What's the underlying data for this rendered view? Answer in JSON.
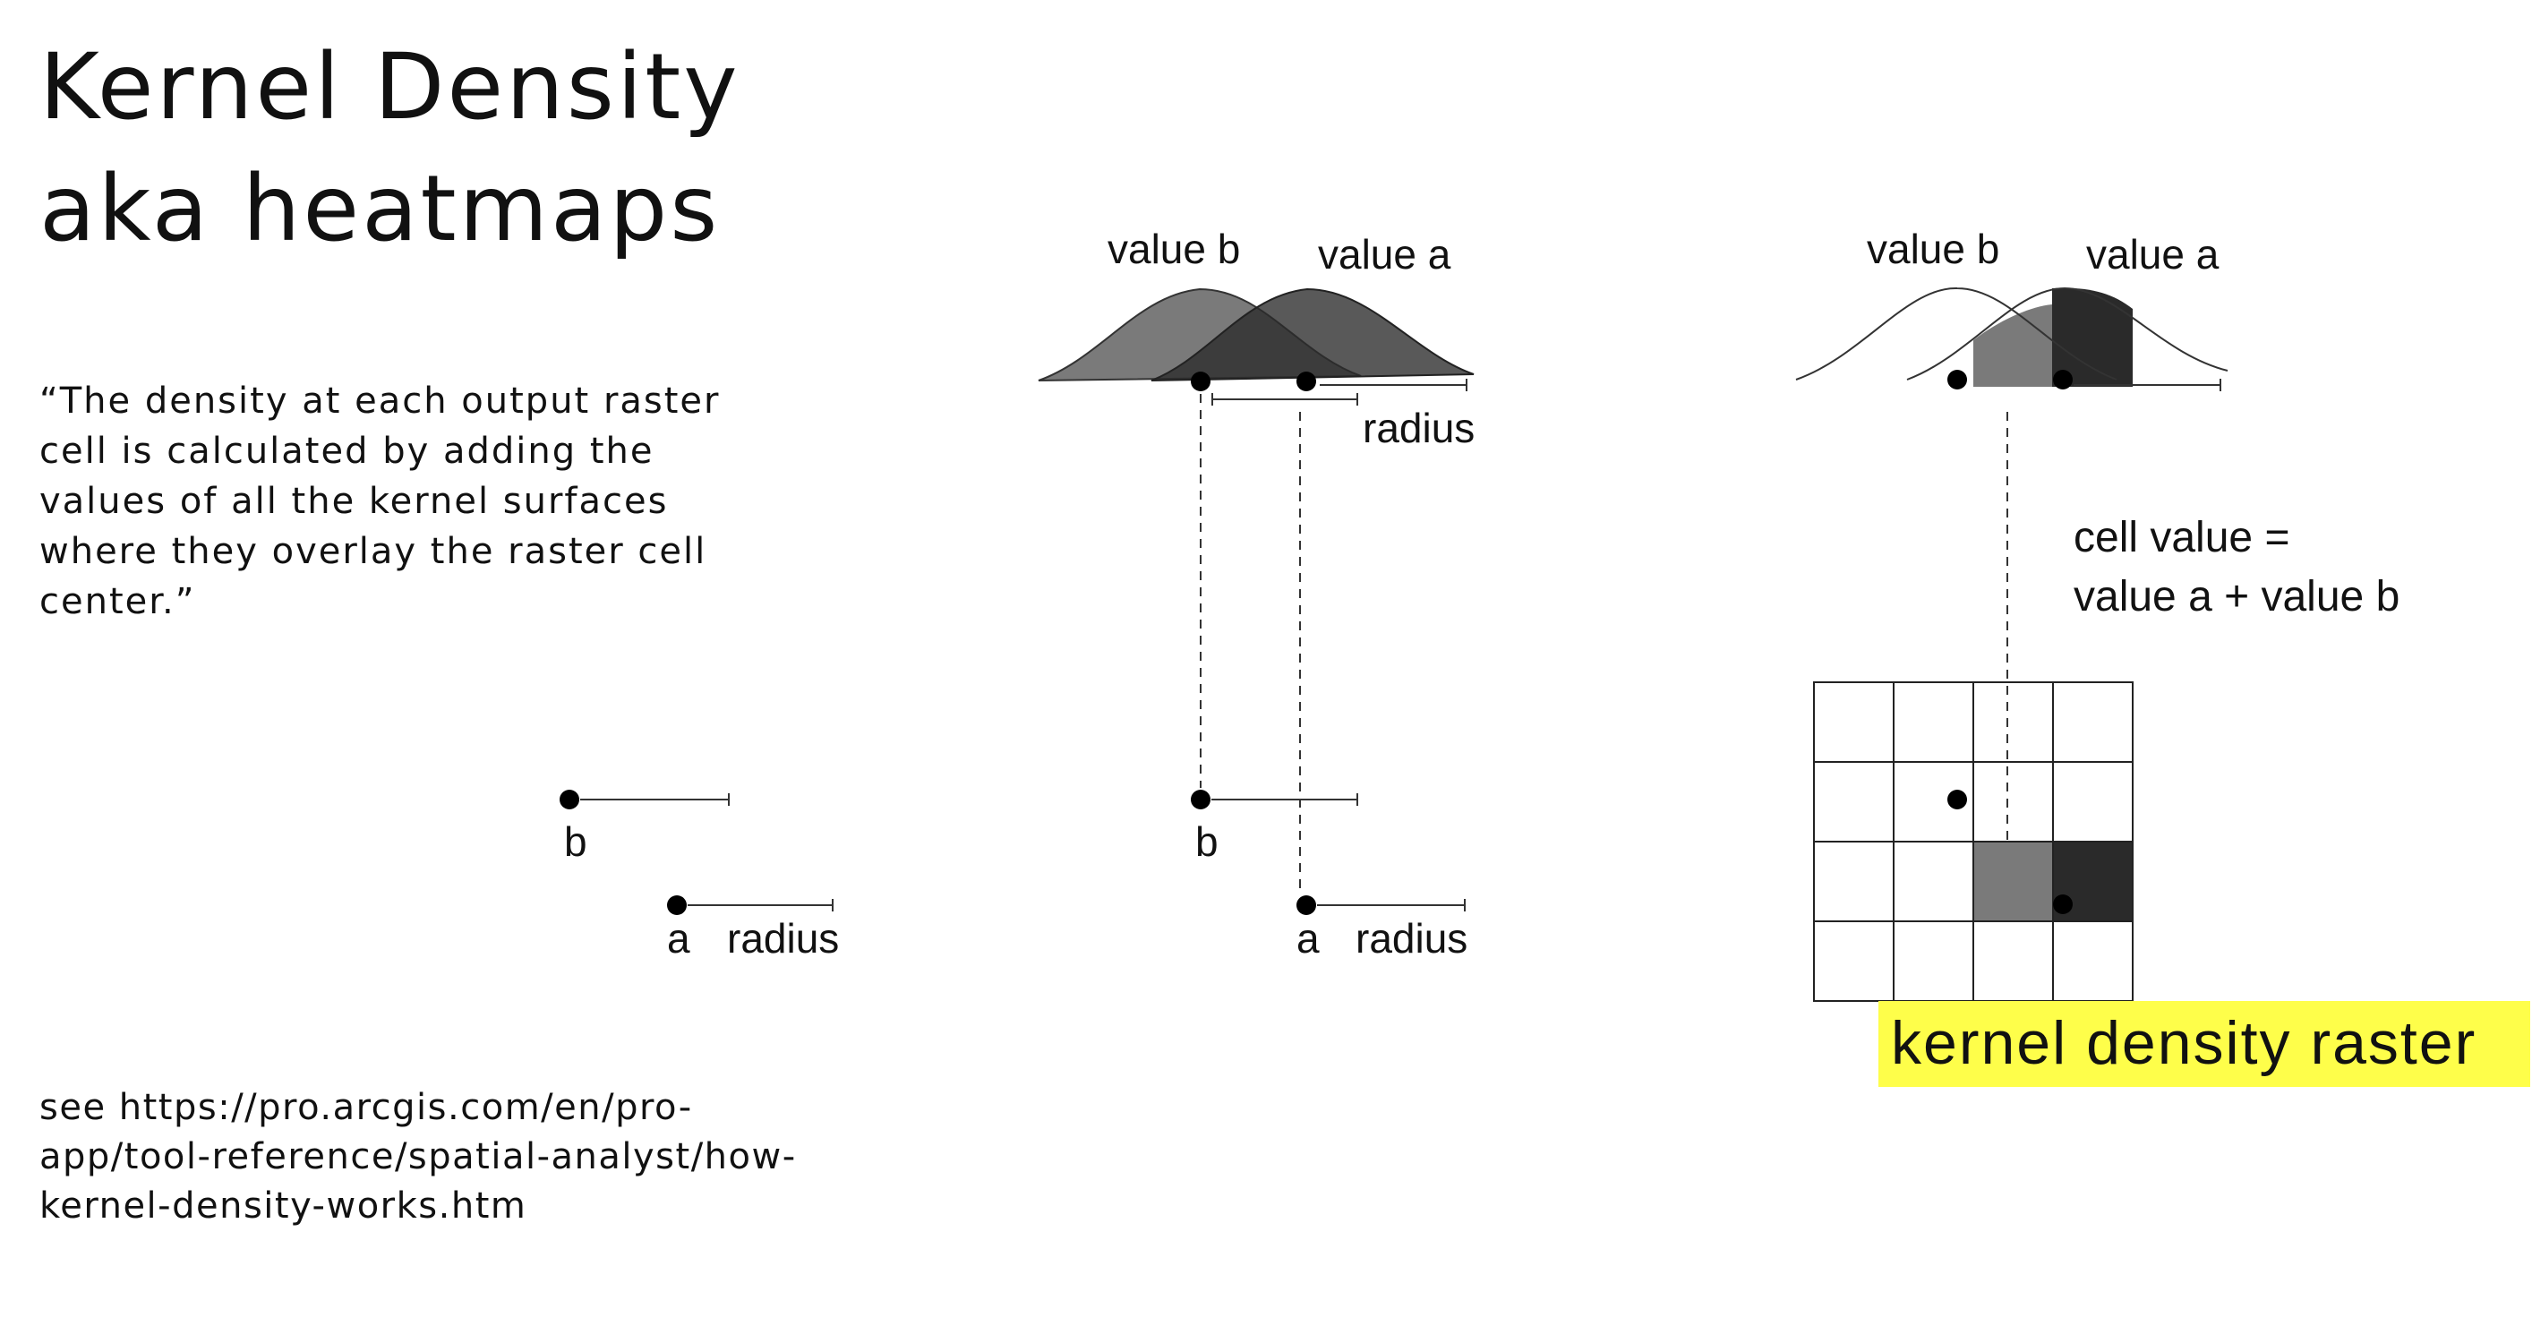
{
  "title": {
    "line1": "Kernel Density",
    "line2": "aka heatmaps"
  },
  "quote": "“The density at each output raster cell is calculated by adding the values of all the kernel surfaces where they overlay the raster cell center.”",
  "source": "see https://pro.arcgis.com/en/pro-app/tool-reference/spatial-analyst/how-kernel-density-works.htm",
  "panel_left": {
    "point_b": "b",
    "point_a": "a",
    "radius": "radius"
  },
  "panel_middle": {
    "value_b": "value b",
    "value_a": "value a",
    "radius_top": "radius",
    "point_b": "b",
    "point_a": "a",
    "radius": "radius"
  },
  "panel_right": {
    "value_b": "value b",
    "value_a": "value a",
    "formula_line1": "cell value =",
    "formula_line2": "value a + value b",
    "raster_label": "kernel density raster",
    "grid_rows": 4,
    "grid_cols": 4
  },
  "colors": {
    "highlight": "#fefe4a",
    "kernel_b": "#7a7a7a",
    "kernel_a": "#2a2a2a",
    "overlap": "#3c3c3c"
  }
}
